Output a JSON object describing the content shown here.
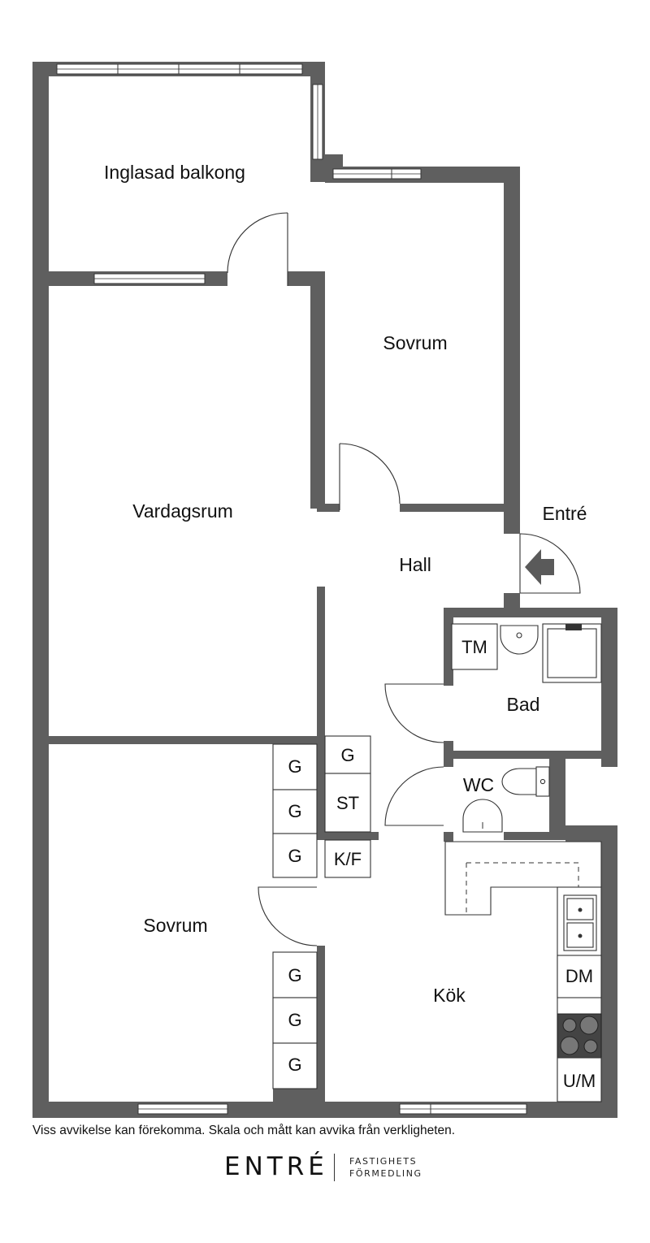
{
  "rooms": {
    "balkong": "Inglasad balkong",
    "sovrum_top": "Sovrum",
    "vardagsrum": "Vardagsrum",
    "entre": "Entré",
    "hall": "Hall",
    "bad": "Bad",
    "wc": "WC",
    "sovrum_bottom": "Sovrum",
    "kok": "Kök"
  },
  "fixtures": {
    "tm": "TM",
    "g": "G",
    "st": "ST",
    "kf": "K/F",
    "dm": "DM",
    "um": "U/M"
  },
  "disclaimer": "Viss avvikelse kan förekomma. Skala och mått kan avvika från verkligheten.",
  "brand": {
    "name": "ENTRÉ",
    "sub_line1": "FASTIGHETS",
    "sub_line2": "FÖRMEDLING"
  },
  "colors": {
    "wall": "#5f5f5f",
    "floor": "#ffffff"
  }
}
